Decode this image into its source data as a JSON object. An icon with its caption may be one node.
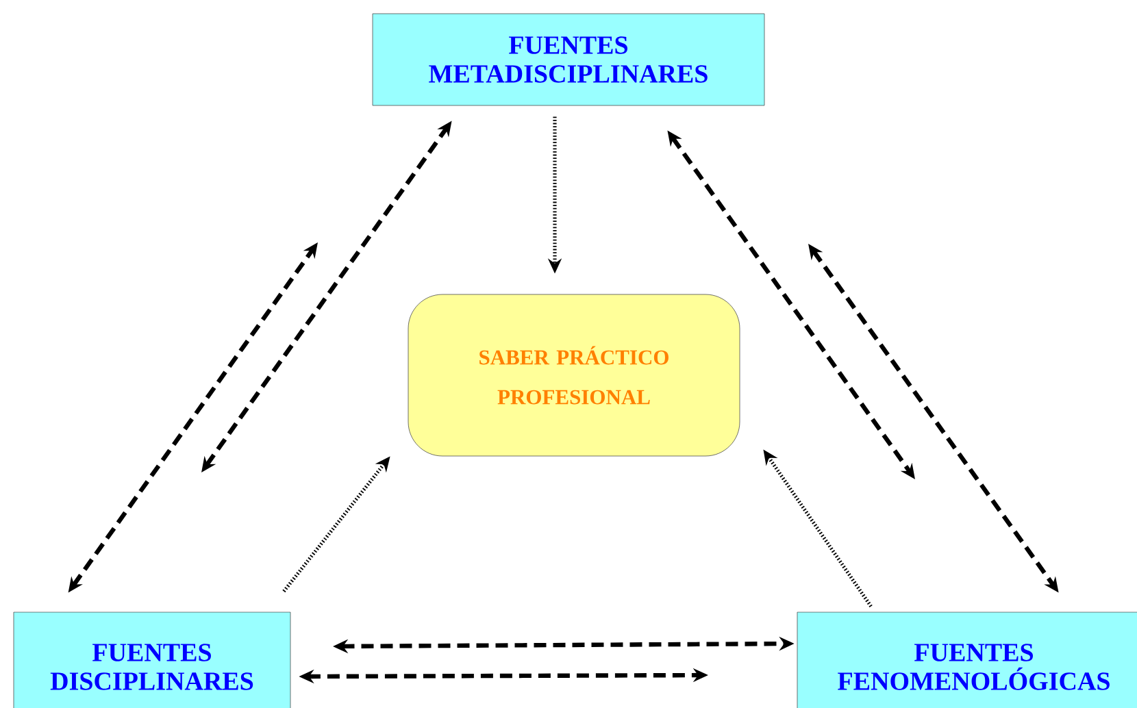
{
  "diagram": {
    "nodes": [
      {
        "text": [
          "FUENTES METADISCIPLINARES"
        ]
      },
      {
        "text": [
          "SABER PRÁCTICO PROFESIONAL"
        ]
      },
      {
        "text": [
          "FUENTES DISCIPLINARES"
        ]
      },
      {
        "text": [
          "FUENTES FENOMENOLÓGICAS"
        ]
      }
    ],
    "edges": [
      {
        "from": null,
        "to": 0,
        "arrow": "both",
        "style": "dashed"
      },
      {
        "from": 2,
        "to": null,
        "arrow": "both",
        "style": "dashed"
      },
      {
        "from": 0,
        "to": null,
        "arrow": "both",
        "style": "dashed"
      },
      {
        "from": null,
        "to": 3,
        "arrow": "both",
        "style": "dashed"
      },
      {
        "from": null,
        "to": 3,
        "arrow": "both",
        "style": "dashed"
      },
      {
        "from": 2,
        "to": null,
        "arrow": "both",
        "style": "dashed"
      },
      {
        "from": 0,
        "to": 1,
        "arrow": "to"
      },
      {
        "from": 2,
        "to": 1,
        "arrow": "to"
      },
      {
        "from": 3,
        "to": 1,
        "arrow": "to"
      }
    ]
  }
}
